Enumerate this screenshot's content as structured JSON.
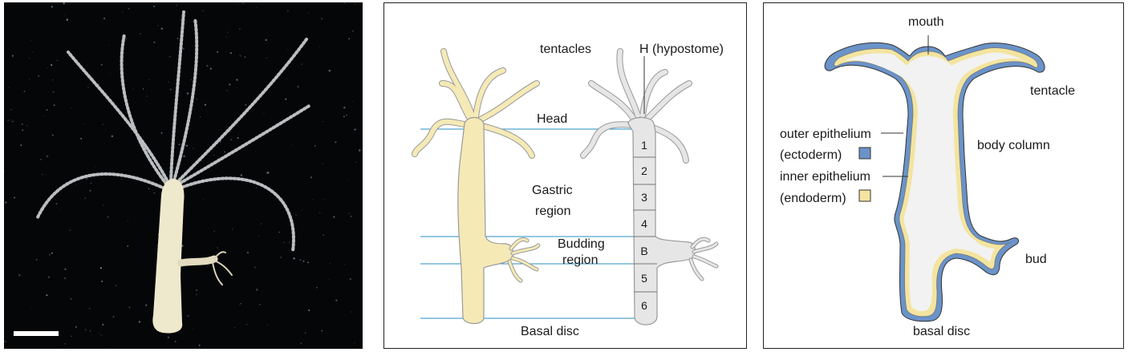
{
  "colors": {
    "photo_background": "#050608",
    "body_tan": "#f5eab6",
    "body_outline": "#999999",
    "body_gray": "#e6e6e6",
    "region_line": "#2a8fc4",
    "ectoderm": "#6a93c9",
    "endoderm": "#f3e4a0",
    "cavity": "#f2f2f2"
  },
  "regions_diagram": {
    "tentacles_label": "tentacles",
    "hypostome_label": "H (hypostome)",
    "head_label": "Head",
    "gastric_line1": "Gastric",
    "gastric_line2": "region",
    "budding_line1": "Budding",
    "budding_line2": "region",
    "basal_disc_label": "Basal disc",
    "segments": [
      "1",
      "2",
      "3",
      "4",
      "B",
      "5",
      "6"
    ]
  },
  "section_diagram": {
    "mouth_label": "mouth",
    "tentacle_label": "tentacle",
    "outer_epithelium_label": "outer epithelium",
    "ectoderm_label": "(ectoderm)",
    "inner_epithelium_label": "inner epithelium",
    "endoderm_label": "(endoderm)",
    "body_column_label": "body column",
    "bud_label": "bud",
    "basal_disc_label": "basal disc"
  }
}
